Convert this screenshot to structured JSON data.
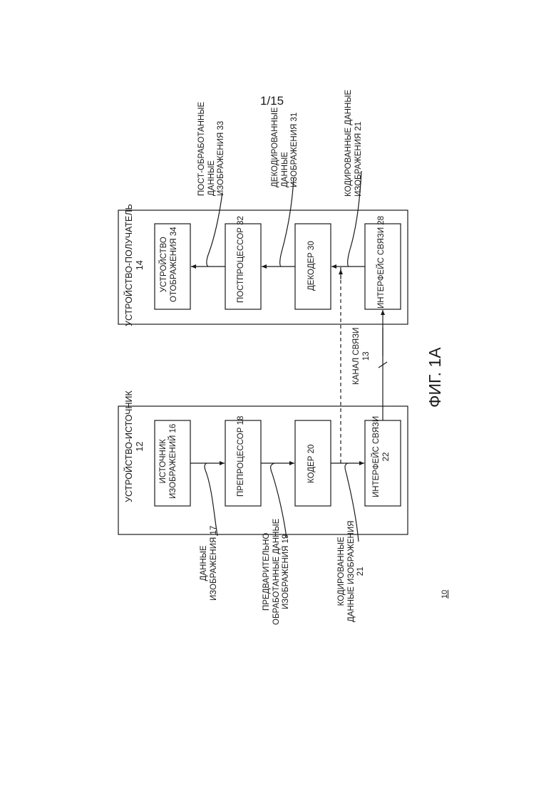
{
  "sheet_number": "1/15",
  "figure_label": "ФИГ. 1А",
  "system_ref": "10",
  "source_device": {
    "label_lines": [
      "УСТРОЙСТВО-ИСТОЧНИК",
      "12"
    ],
    "blocks": [
      {
        "lines": [
          "ИСТОЧНИК",
          "ИЗОБРАЖЕНИЙ 16"
        ]
      },
      {
        "lines": [
          "ПРЕПРОЦЕССОР 18"
        ]
      },
      {
        "lines": [
          "КОДЕР 20"
        ]
      },
      {
        "lines": [
          "ИНТЕРФЕЙС СВЯЗИ",
          "22"
        ]
      }
    ]
  },
  "destination_device": {
    "label_lines": [
      "УСТРОЙСТВО-ПОЛУЧАТЕЛЬ",
      "14"
    ],
    "blocks": [
      {
        "lines": [
          "УСТРОЙСТВО",
          "ОТОБРАЖЕНИЯ 34"
        ]
      },
      {
        "lines": [
          "ПОСТПРОЦЕССОР 32"
        ]
      },
      {
        "lines": [
          "ДЕКОДЕР 30"
        ]
      },
      {
        "lines": [
          "ИНТЕРФЕЙС СВЯЗИ 28"
        ]
      }
    ]
  },
  "channel": {
    "lines": [
      "КАНАЛ СВЯЗИ",
      "13"
    ]
  },
  "data_labels_bottom": [
    {
      "lines": [
        "ДАННЫЕ",
        "ИЗОБРАЖЕНИЯ 17"
      ]
    },
    {
      "lines": [
        "ПРЕДВАРИТЕЛЬНО",
        "ОБРАБОТАННЫЕ ДАННЫЕ",
        "ИЗОБРАЖЕНИЯ 19"
      ]
    },
    {
      "lines": [
        "КОДИРОВАННЫЕ",
        "ДАННЫЕ ИЗОБРАЖЕНИЯ",
        "21"
      ]
    }
  ],
  "data_labels_top": [
    {
      "lines": [
        "ПОСТ-ОБРАБОТАННЫЕ",
        "ДАННЫЕ",
        "ИЗОБРАЖЕНИЯ 33"
      ]
    },
    {
      "lines": [
        "ДЕКОДИРОВАННЫЕ",
        "ДАННЫЕ",
        "ИЗОБРАЖЕНИЯ 31"
      ]
    },
    {
      "lines": [
        "КОДИРОВАННЫЕ ДАННЫЕ",
        "ИЗОБРАЖЕНИЯ 21"
      ]
    }
  ]
}
